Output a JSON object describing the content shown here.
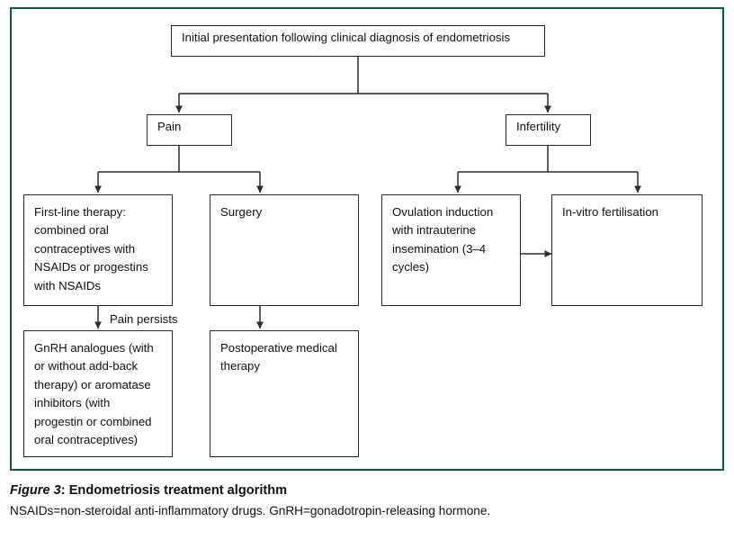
{
  "figure": {
    "frame_color": "#0c5c43",
    "box_border_color": "#2b2b2b",
    "connector_color": "#2b2b2b",
    "background": "#ffffff"
  },
  "diagram": {
    "title_node": {
      "id": "initial-presentation",
      "label": "Initial presentation following clinical diagnosis of endometriosis"
    },
    "branch_nodes": [
      {
        "id": "pain",
        "label": "Pain"
      },
      {
        "id": "infertility",
        "label": "Infertility"
      }
    ],
    "treatment_nodes": [
      {
        "id": "first-line-therapy",
        "label": "First-line therapy: combined oral contraceptives with NSAIDs or progestins with NSAIDs"
      },
      {
        "id": "surgery",
        "label": "Surgery"
      },
      {
        "id": "ovulation-induction",
        "label": "Ovulation induction with intrauterine insemination (3–4 cycles)"
      },
      {
        "id": "in-vitro-fertilisation",
        "label": "In-vitro fertilisation"
      }
    ],
    "second_line_nodes": [
      {
        "id": "gnrh-analogues",
        "label": "GnRH analogues (with or without add-back therapy) or aromatase inhibitors (with progestin or combined oral contraceptives)"
      },
      {
        "id": "postoperative-medical-therapy",
        "label": "Postoperative medical therapy"
      }
    ],
    "edge_labels": [
      {
        "id": "pain-persists",
        "label": "Pain persists"
      }
    ]
  },
  "caption": {
    "figure_number": "Figure 3",
    "separator": ": ",
    "title": "Endometriosis treatment algorithm",
    "note": "NSAIDs=non-steroidal anti-inflammatory drugs. GnRH=gonadotropin-releasing hormone."
  }
}
